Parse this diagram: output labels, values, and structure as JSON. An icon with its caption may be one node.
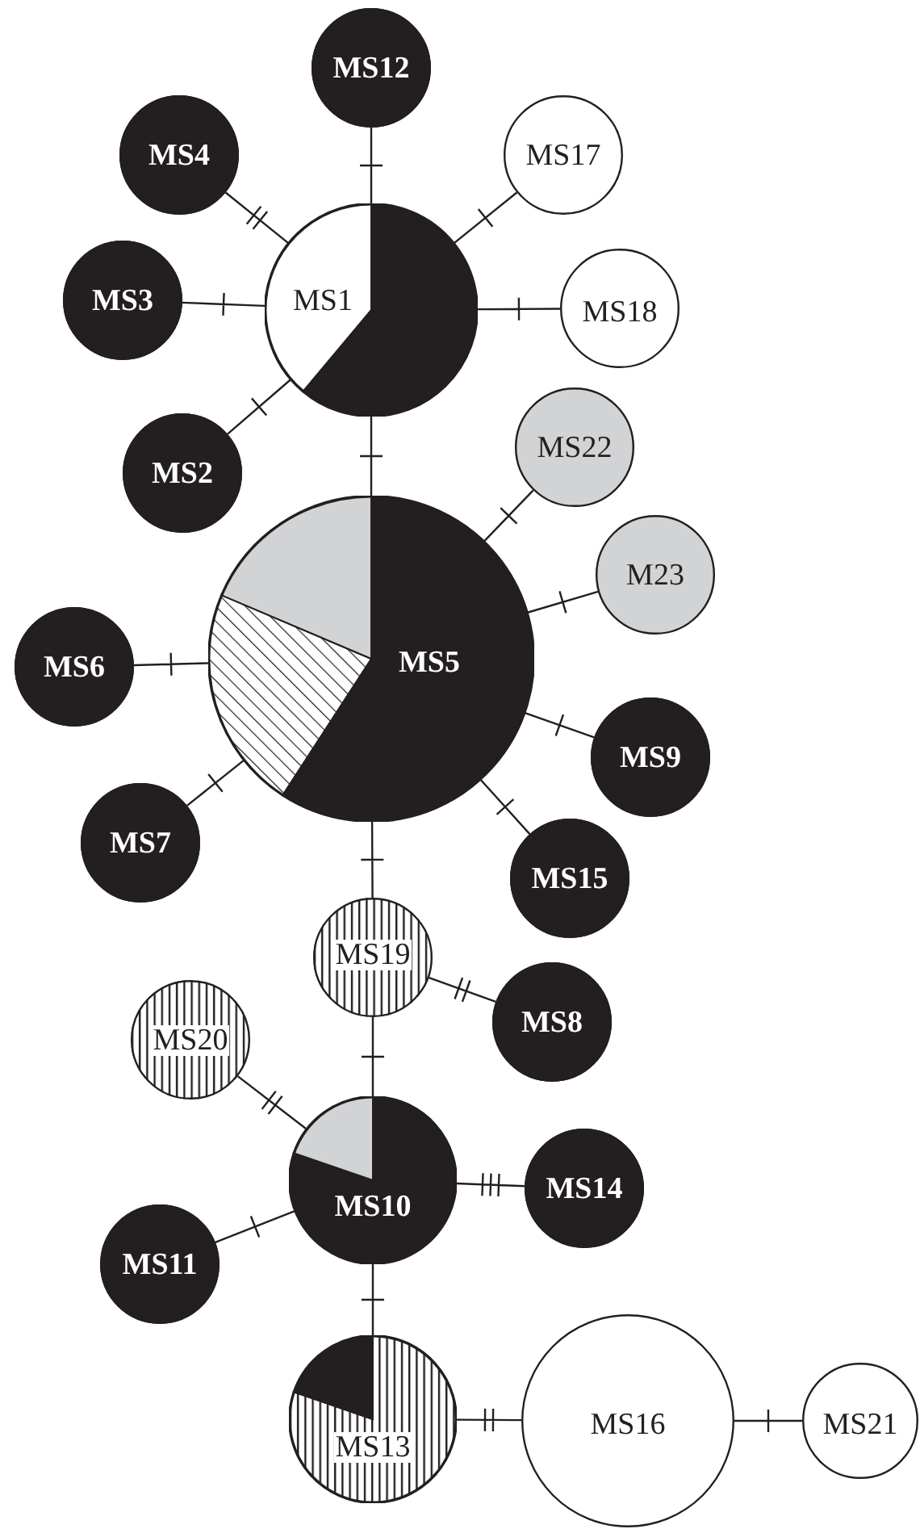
{
  "diagram": {
    "nodes": [
      {
        "text": [
          "MS12"
        ]
      },
      {
        "text": [
          "MS4"
        ]
      },
      {
        "text": [
          "MS17"
        ]
      },
      {
        "text": [
          "MS3"
        ]
      },
      {
        "text": [
          "MS1"
        ]
      },
      {
        "text": [
          "MS18"
        ]
      },
      {
        "text": [
          "MS2"
        ]
      },
      {
        "text": [
          "MS22"
        ]
      },
      {
        "text": [
          "MS5"
        ]
      },
      {
        "text": [
          "M23"
        ]
      },
      {
        "text": [
          "MS6"
        ]
      },
      {
        "text": [
          "MS9"
        ]
      },
      {
        "text": [
          "MS7"
        ]
      },
      {
        "text": [
          "MS15"
        ]
      },
      {
        "text": [
          "MS19"
        ]
      },
      {
        "text": [
          "MS8"
        ]
      },
      {
        "text": [
          "MS20"
        ]
      },
      {
        "text": [
          "MS10"
        ]
      },
      {
        "text": [
          "MS14"
        ]
      },
      {
        "text": [
          "MS11"
        ]
      },
      {
        "text": [
          "MS13"
        ]
      },
      {
        "text": [
          "MS16"
        ]
      },
      {
        "text": [
          "MS21"
        ]
      }
    ],
    "edges": [
      {
        "from": 4,
        "to": 0,
        "arrow": "none"
      },
      {
        "from": 4,
        "to": 1,
        "arrow": "none"
      },
      {
        "from": 4,
        "to": 2,
        "arrow": "none"
      },
      {
        "from": 4,
        "to": 3,
        "arrow": "none"
      },
      {
        "from": 4,
        "to": 5,
        "arrow": "none"
      },
      {
        "from": 4,
        "to": 6,
        "arrow": "none"
      },
      {
        "from": 4,
        "to": 8,
        "arrow": "none"
      },
      {
        "from": 8,
        "to": 7,
        "arrow": "none"
      },
      {
        "from": 8,
        "to": 9,
        "arrow": "none"
      },
      {
        "from": 8,
        "to": 10,
        "arrow": "none"
      },
      {
        "from": 8,
        "to": 11,
        "arrow": "none"
      },
      {
        "from": 8,
        "to": 12,
        "arrow": "none"
      },
      {
        "from": 8,
        "to": 13,
        "arrow": "none"
      },
      {
        "from": 8,
        "to": 14,
        "arrow": "none"
      },
      {
        "from": 14,
        "to": 15,
        "arrow": "none"
      },
      {
        "from": 14,
        "to": 17,
        "arrow": "none"
      },
      {
        "from": 17,
        "to": 16,
        "arrow": "none"
      },
      {
        "from": 17,
        "to": 18,
        "arrow": "none"
      },
      {
        "from": 17,
        "to": 19,
        "arrow": "none"
      },
      {
        "from": 17,
        "to": 20,
        "arrow": "none"
      },
      {
        "from": 20,
        "to": 21,
        "arrow": "none"
      },
      {
        "from": 21,
        "to": 22,
        "arrow": "none"
      }
    ]
  }
}
